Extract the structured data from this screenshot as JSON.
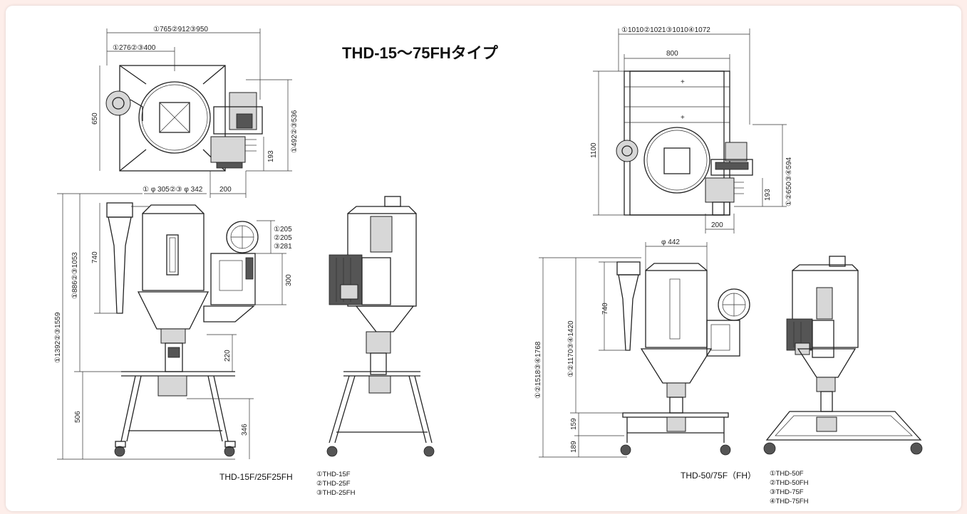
{
  "title": "THD-15～75FHタイプ",
  "left_unit": {
    "caption": "THD-15F/25F25FH",
    "legend": [
      "①THD-15F",
      "②THD-25F",
      "③THD-25FH"
    ],
    "dims": {
      "top_width": "①765②912③950",
      "top_offset": "①276②③400",
      "plan_depth": "650",
      "plan_right": "①492②③536",
      "plan_193": "193",
      "plan_200": "200",
      "hopper_dia": "① φ 305②③ φ 342",
      "h_740": "740",
      "h_total": "①1392②③1559",
      "h_hopper": "①886②③1053",
      "blower": "①205\n②205\n③281",
      "h_300": "300",
      "h_220": "220",
      "h_506": "506",
      "h_346": "346"
    }
  },
  "right_unit": {
    "caption": "THD-50/75F（FH）",
    "legend": [
      "①THD-50F",
      "②THD-50FH",
      "③THD-75F",
      "④THD-75FH"
    ],
    "dims": {
      "top_width": "①1010②1021③1010④1072",
      "frame_width": "800",
      "plan_depth": "1100",
      "plan_right": "①②650③④594",
      "plan_193": "193",
      "plan_200": "200",
      "hopper_dia": "φ 442",
      "h_740": "740",
      "h_total": "①②1518③④1768",
      "h_hopper": "①②1170③④1420",
      "h_159": "159",
      "h_189": "189"
    }
  }
}
